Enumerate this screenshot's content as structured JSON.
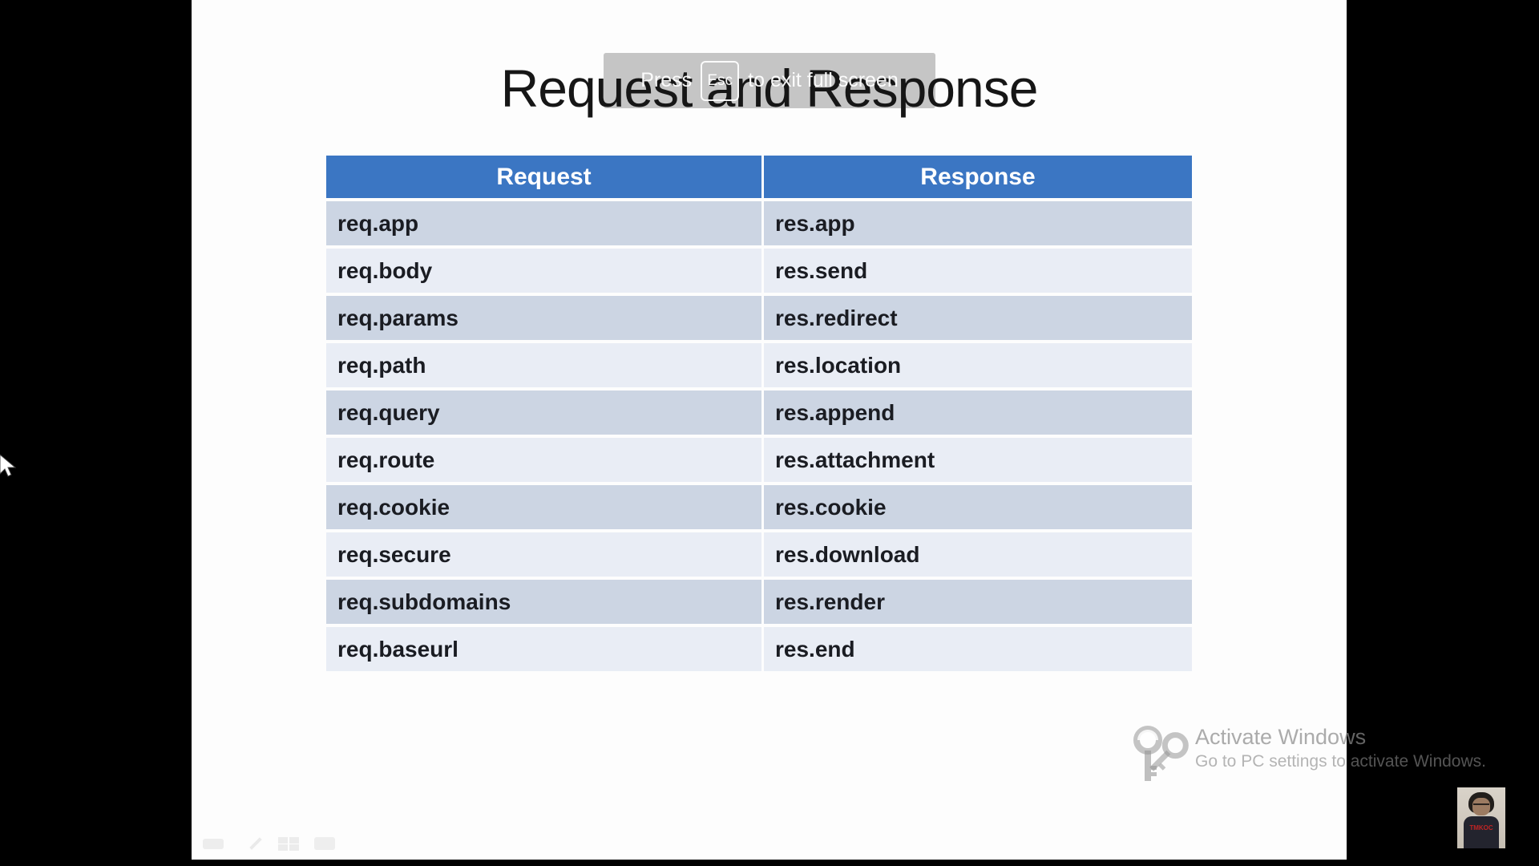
{
  "slide": {
    "title": "Request and Response",
    "table": {
      "headers": [
        "Request",
        "Response"
      ],
      "rows": [
        {
          "request": "req.app",
          "response": "res.app"
        },
        {
          "request": "req.body",
          "response": "res.send"
        },
        {
          "request": "req.params",
          "response": "res.redirect"
        },
        {
          "request": "req.path",
          "response": "res.location"
        },
        {
          "request": "req.query",
          "response": "res.append"
        },
        {
          "request": "req.route",
          "response": "res.attachment"
        },
        {
          "request": "req.cookie",
          "response": "res.cookie"
        },
        {
          "request": "req.secure",
          "response": "res.download"
        },
        {
          "request": "req.subdomains",
          "response": "res.render"
        },
        {
          "request": "req.baseurl",
          "response": "res.end"
        }
      ]
    }
  },
  "fullscreen_toast": {
    "prefix": "Press",
    "key_label": "Esc",
    "suffix": "to exit full screen"
  },
  "watermark": {
    "line1": "Activate Windows",
    "line2": "Go to PC settings to activate Windows."
  },
  "webcam_shirt_print": "TMKOC",
  "icons": [
    "key-icon",
    "nav-icon",
    "pen-icon",
    "grid-icon",
    "zoom-icon",
    "cursor-icon"
  ],
  "colors": {
    "header_blue": "#3b76c3",
    "row_dark": "#ccd5e3",
    "row_light": "#e9edf5",
    "toast_gray": "#c5c5c5"
  }
}
